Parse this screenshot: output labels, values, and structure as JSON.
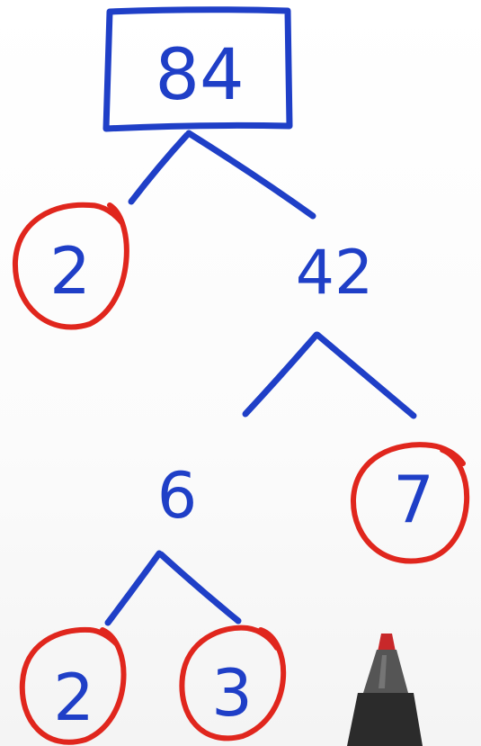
{
  "factor_tree": {
    "root": {
      "value": "84"
    },
    "level1": {
      "left": {
        "value": "2",
        "prime": true
      },
      "right": {
        "value": "42",
        "prime": false
      }
    },
    "level2": {
      "left": {
        "value": "6",
        "prime": false
      },
      "right": {
        "value": "7",
        "prime": true
      }
    },
    "level3": {
      "left": {
        "value": "2",
        "prime": true
      },
      "right": {
        "value": "3",
        "prime": true
      }
    }
  },
  "colors": {
    "ink_blue": "#1f3fc7",
    "ink_red": "#e0261d",
    "marker_body": "#2b2b2b"
  },
  "icons": {
    "marker": "marker-pen-icon"
  }
}
